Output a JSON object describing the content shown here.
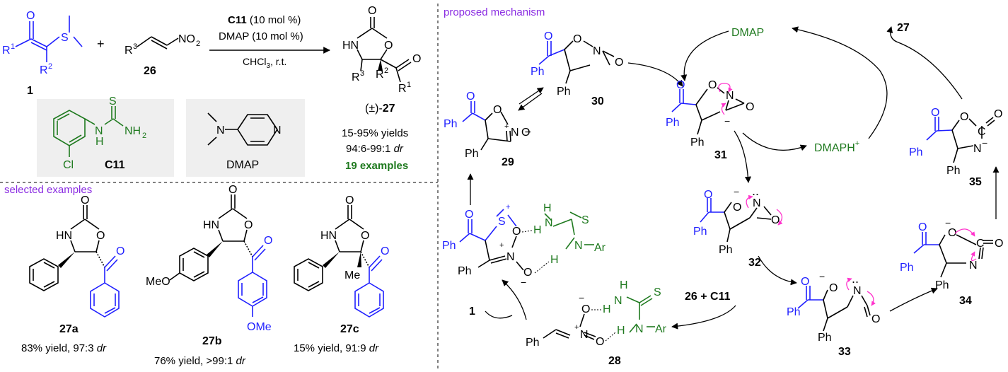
{
  "colors": {
    "black": "#000000",
    "blue": "#1f1fff",
    "green": "#1f7a1f",
    "purple": "#8a2be2",
    "magenta": "#ff33cc",
    "panel_bg": "#efefef"
  },
  "reaction": {
    "catalyst": "C11",
    "catalyst_loading": "(10 mol %)",
    "base_line": "DMAP (10 mol %)",
    "solvent": "CHCl",
    "solvent_sub": "3",
    "conditions_tail": ", r.t.",
    "compound_1": "1",
    "compound_26": "26",
    "product_prefix": "(±)-",
    "product": "27",
    "yields": "15-95% yields",
    "dr_value": "94:6-99:1 ",
    "dr_unit": "dr",
    "examples": "19 examples",
    "plus": "+",
    "catalyst_label": "C11",
    "dmap_label": "DMAP"
  },
  "atoms": {
    "O": "O",
    "S": "S",
    "N": "N",
    "HN": "HN",
    "NH": "NH",
    "H": "H",
    "Cl": "Cl",
    "R1": "R",
    "R2": "R",
    "R3": "R",
    "sup1": "1",
    "sup2": "2",
    "sup3": "3",
    "NO2": "NO",
    "NO2_sub": "2",
    "NH2": "NH",
    "NH2_sub": "2",
    "Ph": "Ph",
    "Me": "Me",
    "MeO": "MeO",
    "OMe": "OMe",
    "Ar": "Ar",
    "Ominus": "O",
    "minus": "−",
    "plus": "+"
  },
  "selected": {
    "title": "selected examples",
    "examples": [
      {
        "id": "27a",
        "yield": "83% yield, 97:3 ",
        "dr": "dr"
      },
      {
        "id": "27b",
        "yield": "76% yield, >99:1 ",
        "dr": "dr"
      },
      {
        "id": "27c",
        "yield": "15% yield, 91:9 ",
        "dr": "dr"
      }
    ]
  },
  "mechanism": {
    "title": "proposed mechanism",
    "dmap": "DMAP",
    "dmaph": "DMAPH",
    "dmaph_sup": "+",
    "product": "27",
    "reagents": "26 + C11",
    "one": "1",
    "labels": {
      "i28": "28",
      "i29": "29",
      "i30": "30",
      "i31": "31",
      "i32": "32",
      "i33": "33",
      "i34": "34",
      "i35": "35"
    }
  }
}
